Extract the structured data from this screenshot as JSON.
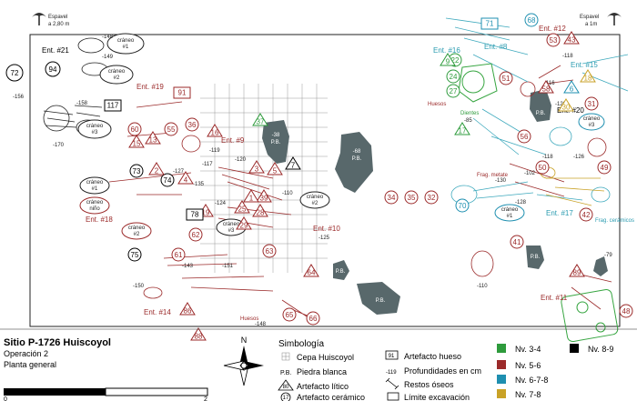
{
  "map": {
    "title": "Sitio P-1726 Huiscoyol",
    "subtitle1": "Operación 2",
    "subtitle2": "Planta general",
    "north": "N",
    "trees": [
      {
        "name": "Espavel",
        "depth": "a 2,80 m"
      },
      {
        "name": "Espavel",
        "depth": "a 1m"
      }
    ],
    "entities": [
      {
        "id": "ent21",
        "label": "Ent. #21"
      },
      {
        "id": "ent19",
        "label": "Ent. #19"
      },
      {
        "id": "ent9",
        "label": "Ent. #9"
      },
      {
        "id": "ent18",
        "label": "Ent. #18"
      },
      {
        "id": "ent10",
        "label": "Ent. #10"
      },
      {
        "id": "ent14",
        "label": "Ent. #14"
      },
      {
        "id": "ent16",
        "label": "Ent. #16"
      },
      {
        "id": "ent8",
        "label": "Ent. #8"
      },
      {
        "id": "ent12",
        "label": "Ent. #12"
      },
      {
        "id": "ent15",
        "label": "Ent. #15"
      },
      {
        "id": "ent20",
        "label": "Ent. #20"
      },
      {
        "id": "ent17",
        "label": "Ent. #17"
      },
      {
        "id": "ent11",
        "label": "Ent. #11"
      }
    ],
    "text_labels": {
      "huesos_left": "Huesos",
      "huesos_right": "Huesos",
      "dientes": "Dientes",
      "frag_metate": "Frag. metate",
      "frag_ceramicos": "Frag. cerámicos",
      "pb": "P.B."
    },
    "crania": [
      {
        "label": "cráneo",
        "num": "#1"
      },
      {
        "label": "cráneo",
        "num": "#2"
      },
      {
        "label": "cráneo",
        "num": "#3"
      },
      {
        "label": "cráneo",
        "num": "#1"
      },
      {
        "label": "cráneo",
        "num": "niño"
      },
      {
        "label": "cráneo",
        "num": "#2"
      },
      {
        "label": "cráneo",
        "num": "#3"
      },
      {
        "label": "cráneo",
        "num": "#2"
      },
      {
        "label": "cráneo",
        "num": "#1"
      },
      {
        "label": "cráneo",
        "num": "#3"
      }
    ],
    "depths": [
      "-148",
      "-149",
      "-156",
      "-158",
      "-170",
      "-119",
      "-117",
      "-127",
      "-135",
      "-120",
      "-124",
      "-125",
      "-110",
      "-38",
      "-68",
      "-143",
      "-150",
      "-151",
      "-148",
      "-118",
      "-116",
      "-129",
      "-85",
      "-126",
      "-130",
      "-102",
      "-128",
      "-79",
      "-110",
      "-118"
    ],
    "ceramic_artifacts": [
      "72",
      "94",
      "36",
      "55",
      "60",
      "73",
      "74",
      "75",
      "62",
      "61",
      "63",
      "65",
      "66",
      "34",
      "35",
      "32",
      "22",
      "27",
      "24",
      "51",
      "53",
      "50",
      "56",
      "49",
      "42",
      "41",
      "70",
      "68",
      "31",
      "48"
    ],
    "lithic_artifacts": [
      "13",
      "15",
      "16",
      "37",
      "2",
      "4",
      "5",
      "7",
      "3",
      "39",
      "29",
      "25",
      "19",
      "28",
      "1",
      "17",
      "43",
      "9",
      "58",
      "86",
      "88",
      "64",
      "6",
      "18",
      "30",
      "89"
    ],
    "bone_artifacts": [
      "117",
      "78",
      "71",
      "91"
    ],
    "legend": {
      "title": "Simbología",
      "items": [
        {
          "symbol": "grid",
          "label": "Cepa Huiscoyol"
        },
        {
          "symbol": "pb",
          "label": "Piedra blanca"
        },
        {
          "symbol": "triangle",
          "num": "80",
          "label": "Artefacto lítico"
        },
        {
          "symbol": "circle",
          "num": "17",
          "label": "Artefacto cerámico"
        },
        {
          "symbol": "square",
          "num": "91",
          "label": "Artefacto hueso"
        },
        {
          "symbol": "depth",
          "num": "-119",
          "label": "Profundidades en cm"
        },
        {
          "symbol": "bone",
          "label": "Restos óseos"
        },
        {
          "symbol": "rect",
          "label": "Límite excavación"
        }
      ],
      "levels": [
        {
          "label": "Nv. 3-4",
          "color": "#2e9b3c"
        },
        {
          "label": "Nv. 5-6",
          "color": "#9b2a2a"
        },
        {
          "label": "Nv. 6-7-8",
          "color": "#1e8fb0"
        },
        {
          "label": "Nv. 7-8",
          "color": "#c9a227"
        },
        {
          "label": "Nv. 8-9",
          "color": "#000000"
        }
      ]
    },
    "scale": {
      "left": "0",
      "right": "2"
    }
  }
}
